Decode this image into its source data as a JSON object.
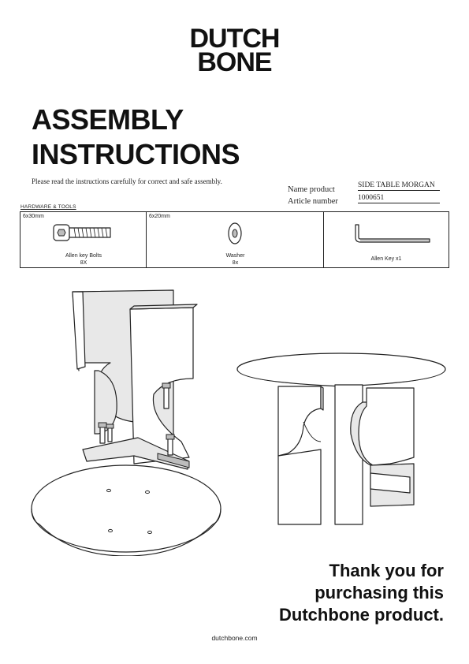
{
  "brand": {
    "line1": "DUTCH",
    "line2": "BONE"
  },
  "title": {
    "line1": "ASSEMBLY",
    "line2": "INSTRUCTIONS"
  },
  "intro": "Please read the instructions carefully for correct and safe assembly.",
  "product": {
    "name_label": "Name product",
    "name_value": "SIDE TABLE MORGAN",
    "article_label": "Article number",
    "article_value": "1000651"
  },
  "hardware": {
    "caption": "HARDWARE & TOOLS",
    "items": [
      {
        "size": "6x30mm",
        "name": "Allen key Bolts",
        "qty": "8X",
        "icon": "bolt-icon"
      },
      {
        "size": "6x20mm",
        "name": "Washer",
        "qty": "8x",
        "icon": "washer-icon"
      },
      {
        "size": "",
        "name": "Allen Key x1",
        "qty": "",
        "icon": "allen-key-icon"
      }
    ]
  },
  "thanks": {
    "line1": "Thank you for",
    "line2": "purchasing this",
    "line3": "Dutchbone product."
  },
  "footer": "dutchbone.com"
}
